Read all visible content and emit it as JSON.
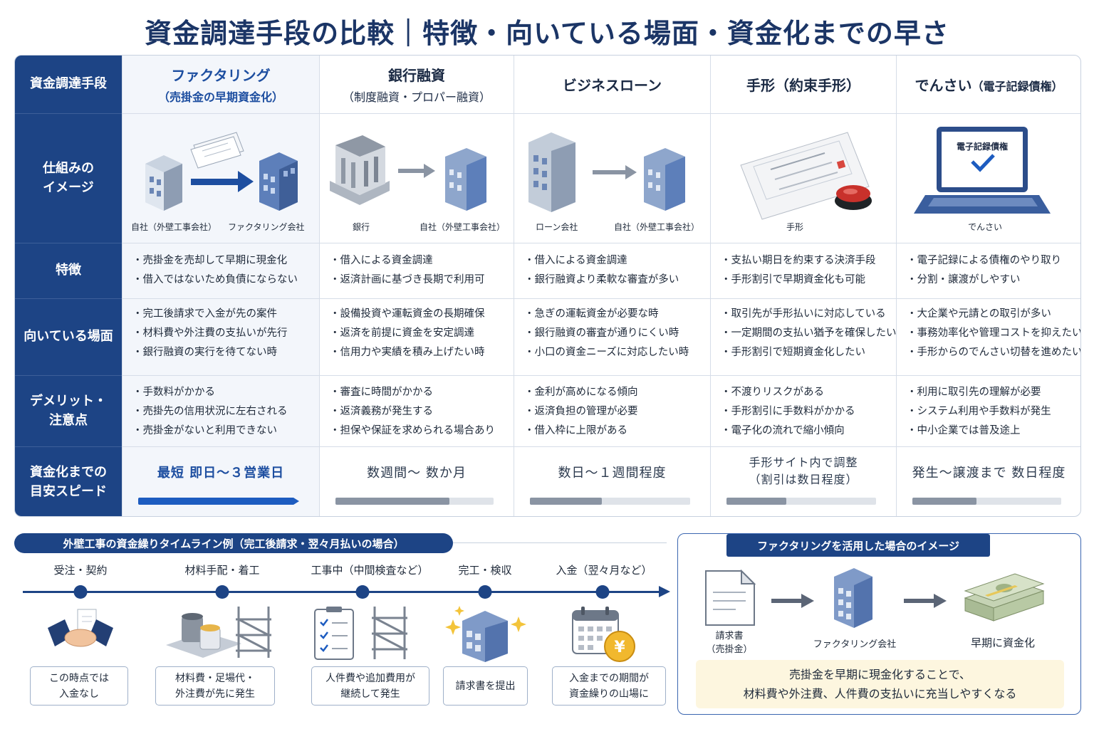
{
  "title": "資金調達手段の比較｜特徴・向いている場面・資金化までの早さ",
  "row_labels": {
    "method": "資金調達手段",
    "image": "仕組みの\nイメージ",
    "features": "特徴",
    "suited": "向いている場面",
    "demerits": "デメリット・\n注意点",
    "speed": "資金化までの\n目安スピード"
  },
  "methods": [
    {
      "name": "ファクタリング",
      "sub": "（売掛金の早期資金化）",
      "caption_left": "自社（外壁工事会社）",
      "caption_right": "ファクタリング会社",
      "features": [
        "売掛金を売却して早期に現金化",
        "借入ではないため負債にならない"
      ],
      "suited": [
        "完工後請求で入金が先の案件",
        "材料費や外注費の支払いが先行",
        "銀行融資の実行を待てない時"
      ],
      "demerits": [
        "手数料がかかる",
        "売掛先の信用状況に左右される",
        "売掛金がないと利用できない"
      ],
      "speed_text": "最短 即日〜３営業日",
      "speed_level": 1.0
    },
    {
      "name": "銀行融資",
      "sub": "（制度融資・プロパー融資）",
      "caption_left": "銀行",
      "caption_right": "自社（外壁工事会社）",
      "features": [
        "借入による資金調達",
        "返済計画に基づき長期で利用可"
      ],
      "suited": [
        "設備投資や運転資金の長期確保",
        "返済を前提に資金を安定調達",
        "信用力や実績を積み上げたい時"
      ],
      "demerits": [
        "審査に時間がかかる",
        "返済義務が発生する",
        "担保や保証を求められる場合あり"
      ],
      "speed_text": "数週間〜 数か月",
      "speed_level": 0.72
    },
    {
      "name": "ビジネスローン",
      "sub": "",
      "caption_left": "ローン会社",
      "caption_right": "自社（外壁工事会社）",
      "features": [
        "借入による資金調達",
        "銀行融資より柔軟な審査が多い"
      ],
      "suited": [
        "急ぎの運転資金が必要な時",
        "銀行融資の審査が通りにくい時",
        "小口の資金ニーズに対応したい時"
      ],
      "demerits": [
        "金利が高めになる傾向",
        "返済負担の管理が必要",
        "借入枠に上限がある"
      ],
      "speed_text": "数日〜１週間程度",
      "speed_level": 0.45
    },
    {
      "name": "手形",
      "sub": "（約束手形）",
      "caption_left": "手形",
      "caption_right": "",
      "features": [
        "支払い期日を約束する決済手段",
        "手形割引で早期資金化も可能"
      ],
      "suited": [
        "取引先が手形払いに対応している",
        "一定期間の支払い猶予を確保したい",
        "手形割引で短期資金化したい"
      ],
      "demerits": [
        "不渡りリスクがある",
        "手形割引に手数料がかかる",
        "電子化の流れで縮小傾向"
      ],
      "speed_text": "手形サイト内で調整\n（割引は数日程度）",
      "speed_level": 0.4
    },
    {
      "name": "でんさい",
      "sub": "（電子記録債権）",
      "caption_left": "でんさい",
      "caption_right": "",
      "screen_text": "電子記録債権",
      "features": [
        "電子記録による債権のやり取り",
        "分割・譲渡がしやすい"
      ],
      "suited": [
        "大企業や元請との取引が多い",
        "事務効率化や管理コストを抑えたい",
        "手形からのでんさい切替を進めたい"
      ],
      "demerits": [
        "利用に取引先の理解が必要",
        "システム利用や手数料が発生",
        "中小企業では普及途上"
      ],
      "speed_text": "発生〜譲渡まで 数日程度",
      "speed_level": 0.43
    }
  ],
  "timeline": {
    "title": "外壁工事の資金繰りタイムライン例（完工後請求・翌々月払いの場合）",
    "stages": [
      {
        "label": "受注・契約",
        "note": "この時点では\n入金なし",
        "icon": "handshake-icon"
      },
      {
        "label": "材料手配・着工",
        "note": "材料費・足場代・\n外注費が先に発生",
        "icon": "paint-cans-scaffold-icon"
      },
      {
        "label": "工事中（中間検査など）",
        "note": "人件費や追加費用が\n継続して発生",
        "icon": "checklist-scaffold-icon"
      },
      {
        "label": "完工・検収",
        "note": "請求書を提出",
        "icon": "completed-building-icon"
      },
      {
        "label": "入金（翌々月など）",
        "note": "入金までの期間が\n資金繰りの山場に",
        "icon": "calendar-coin-icon"
      }
    ],
    "coin_symbol": "¥"
  },
  "factoring_box": {
    "title": "ファクタリングを活用した場合のイメージ",
    "steps": [
      {
        "label": "請求書\n（売掛金）",
        "icon": "invoice-icon"
      },
      {
        "label": "ファクタリング会社",
        "icon": "building-icon"
      },
      {
        "label": "早期に資金化",
        "icon": "cash-stack-icon"
      }
    ],
    "note_line1": "売掛金を早期に現金化することで、",
    "note_line2": "材料費や外注費、人件費の支払いに充当しやすくなる"
  },
  "colors": {
    "navy": "#1d4485",
    "accent": "#1d5cc0",
    "gray_bar": "#8a94a3",
    "note_bg": "#fdf6df"
  }
}
